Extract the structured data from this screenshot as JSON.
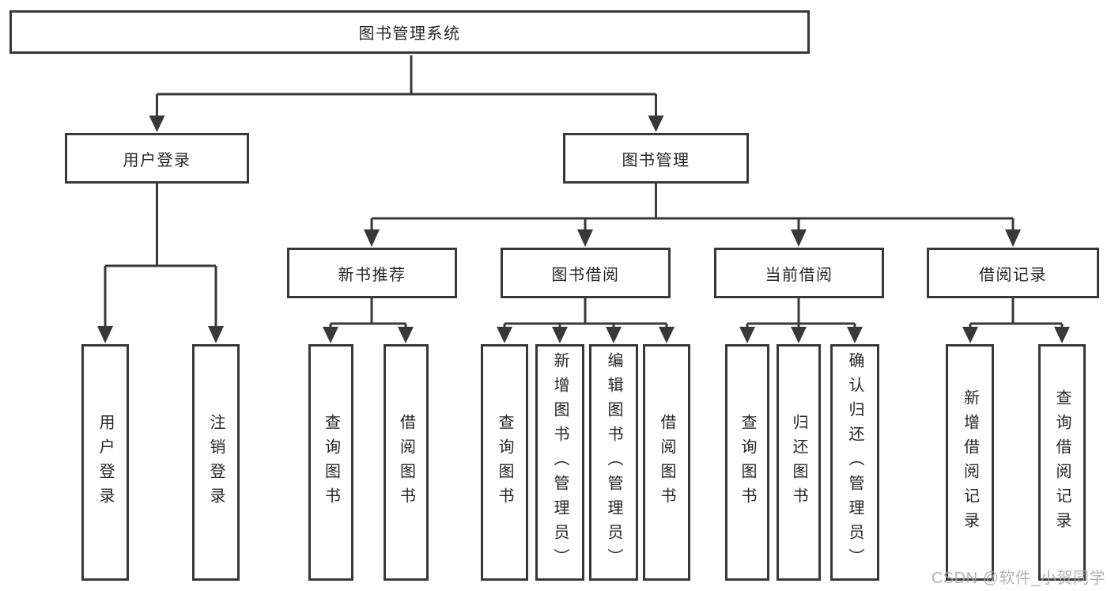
{
  "diagram": {
    "root": {
      "label": "图书管理系统"
    },
    "branches": [
      {
        "label": "用户登录",
        "children": [
          {
            "label": "用户登录"
          },
          {
            "label": "注销登录"
          }
        ]
      },
      {
        "label": "图书管理",
        "groups": [
          {
            "label": "新书推荐",
            "children": [
              {
                "label": "查询图书"
              },
              {
                "label": "借阅图书"
              }
            ]
          },
          {
            "label": "图书借阅",
            "children": [
              {
                "label": "查询图书"
              },
              {
                "label": "新增图书（管理员）"
              },
              {
                "label": "编辑图书（管理员）"
              },
              {
                "label": "借阅图书"
              }
            ]
          },
          {
            "label": "当前借阅",
            "children": [
              {
                "label": "查询图书"
              },
              {
                "label": "归还图书"
              },
              {
                "label": "确认归还（管理员）"
              }
            ]
          },
          {
            "label": "借阅记录",
            "children": [
              {
                "label": "新增借阅记录"
              },
              {
                "label": "查询借阅记录"
              }
            ]
          }
        ]
      }
    ]
  },
  "watermark": {
    "text": "CSDN @软件_小贺同学"
  },
  "colors": {
    "line": "#383838",
    "text": "#262626",
    "watermark": "#ababab"
  }
}
